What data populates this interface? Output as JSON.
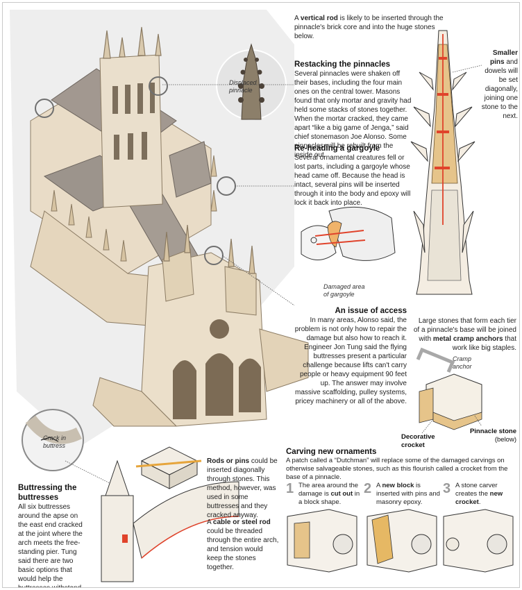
{
  "labels": {
    "displaced_pinnacle": "Displaced pinnacle",
    "damaged_gargoyle": "Damaged area of gargoyle",
    "crack_in_buttress": "Crack in buttress",
    "smaller_pins_bold": "Smaller pins",
    "smaller_pins_rest": "and dowels will be set diagonally, joining one stone to the next.",
    "cramp_anchor": "Cramp anchor",
    "decorative_crocket": "Decorative crocket",
    "pinnacle_stone_bold": "Pinnacle stone",
    "pinnacle_stone_rest": " (below)"
  },
  "vertical_rod": {
    "pre": "A ",
    "bold": "vertical rod",
    "post": " is likely to be inserted through the pinnacle's brick core and into the huge stones below."
  },
  "restacking": {
    "title": "Restacking the pinnacles",
    "body": "Several pinnacles were shaken off their bases, including the four main ones on the central tower. Masons found that only mortar and gravity had held some stacks of stones together. When the mortar cracked, they came apart “like a big game of Jenga,” said chief stonemason Joe Alonso. Some pinnacles will be rebuilt from the inside out."
  },
  "reheading": {
    "title": "Re-heading a gargoyle",
    "body": "Several ornamental creatures fell or lost parts, including a gargoyle whose head came off. Because the head is intact, several pins will be inserted through it into the body and epoxy will lock it back into place."
  },
  "access": {
    "title": "An issue of access",
    "body": "In many areas, Alonso said, the problem is not only how to repair the damage but also how to reach it. Engineer Jon Tung said the flying buttresses present a particular challenge because lifts can't carry people or heavy equipment 90 feet up. The answer may involve massive scaffolding, pulley systems, pricey machinery or all of the above."
  },
  "large_stones": {
    "pre": "Large stones that form each tier of a pinnacle's base will be joined with ",
    "bold": "metal cramp anchors",
    "post": " that work like big staples."
  },
  "buttressing": {
    "title": "Buttressing the buttresses",
    "body": "All six buttresses around the apse on the east end cracked at the joint where the arch meets the free-standing pier. Tung said there are two basic options that would help the buttresses withstand another jolt."
  },
  "rods": {
    "bold": "Rods or pins",
    "post": " could be inserted diagonally through stones. This method, however, was used in some buttresses and they cracked anyway."
  },
  "cable": {
    "pre": "A ",
    "bold": "cable or steel rod",
    "post": " could be threaded through the entire arch, and tension would keep the stones together."
  },
  "carving": {
    "title": "Carving new ornaments",
    "body": "A patch called a “Dutchman” will replace some of the damaged carvings on otherwise salvageable stones, such as this flourish called a crocket from the base of a pinnacle."
  },
  "steps": [
    {
      "num": "1",
      "pre": "The area around the damage is ",
      "bold": "cut out",
      "post": " in a block shape."
    },
    {
      "num": "2",
      "pre": "A ",
      "bold": "new block",
      "post": " is inserted with pins and masonry epoxy."
    },
    {
      "num": "3",
      "pre": "A stone carver creates the ",
      "bold": "new crocket",
      "post": "."
    }
  ],
  "colors": {
    "stone": "#e8d7bd",
    "new_stone": "#e6c48a",
    "rod": "#e0432b",
    "ink": "#1a1a1a"
  }
}
